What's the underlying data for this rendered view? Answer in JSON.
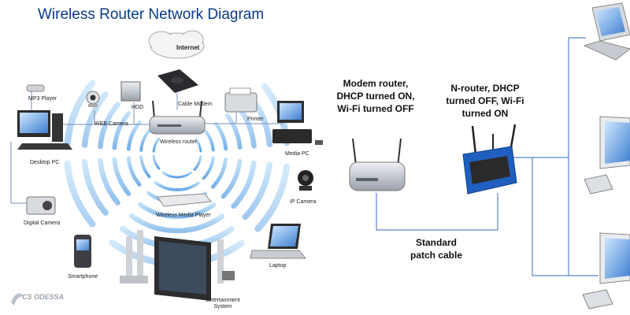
{
  "title": "Wireless Router Network Diagram",
  "brand": "CS ODESSA",
  "devices": {
    "internet": "Internet",
    "cable_modem": "Cable Modem",
    "wireless_router": "Wireless router",
    "mp3_player": "MP3 Player",
    "web_camera": "WEB Camera",
    "hdd": "HDD",
    "printer": "Printer",
    "desktop_pc": "Desktop PC",
    "media_pc": "Media PC",
    "ip_camera": "IP Camera",
    "wireless_media_player": "Wireless Media Player",
    "digital_camera": "Digital Camera",
    "smartphone": "Smartphone",
    "laptop": "Laptop",
    "entertainment_system": "Entertainment System"
  },
  "notes": {
    "modem_router": "Modem router, DHCP turned ON, Wi-Fi turned OFF",
    "n_router": "N-router, DHCP turned OFF, Wi-Fi turned ON",
    "patch_cable": "Standard patch cable"
  },
  "colors": {
    "title": "#0a3a86",
    "wave": "#5aa8e8",
    "cable": "#5a86c8",
    "router_blue": "#1f5fbf"
  }
}
